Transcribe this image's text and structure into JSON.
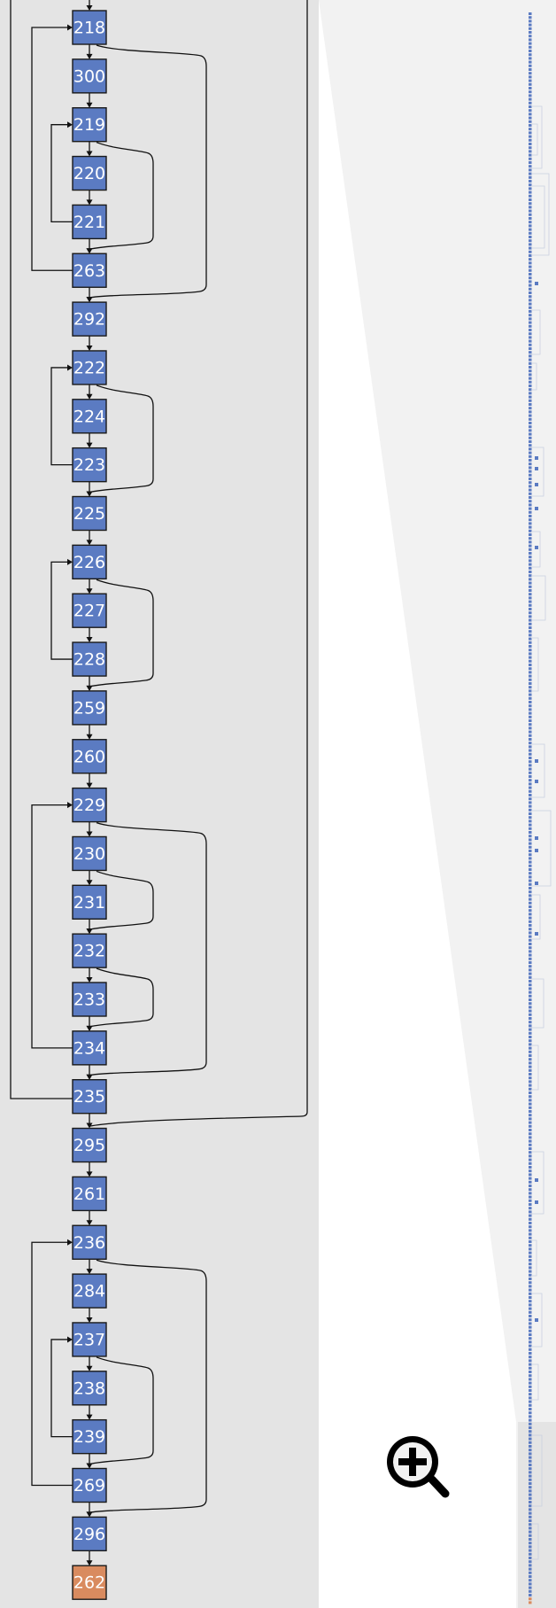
{
  "colors": {
    "panel_bg": "#e4e4e4",
    "node_fill": "#5b7bc2",
    "exit_node_fill": "#d98b5f",
    "node_stroke": "#1a1a1a",
    "edge": "#111111",
    "minimap_strip": "#5b7bc2"
  },
  "graph": {
    "nodes": [
      {
        "id": "218",
        "label": "218",
        "type": "normal"
      },
      {
        "id": "300",
        "label": "300",
        "type": "normal"
      },
      {
        "id": "219",
        "label": "219",
        "type": "normal"
      },
      {
        "id": "220",
        "label": "220",
        "type": "normal"
      },
      {
        "id": "221",
        "label": "221",
        "type": "normal"
      },
      {
        "id": "263",
        "label": "263",
        "type": "normal"
      },
      {
        "id": "292",
        "label": "292",
        "type": "normal"
      },
      {
        "id": "222",
        "label": "222",
        "type": "normal"
      },
      {
        "id": "224",
        "label": "224",
        "type": "normal"
      },
      {
        "id": "223",
        "label": "223",
        "type": "normal"
      },
      {
        "id": "225",
        "label": "225",
        "type": "normal"
      },
      {
        "id": "226",
        "label": "226",
        "type": "normal"
      },
      {
        "id": "227",
        "label": "227",
        "type": "normal"
      },
      {
        "id": "228",
        "label": "228",
        "type": "normal"
      },
      {
        "id": "259",
        "label": "259",
        "type": "normal"
      },
      {
        "id": "260",
        "label": "260",
        "type": "normal"
      },
      {
        "id": "229",
        "label": "229",
        "type": "normal"
      },
      {
        "id": "230",
        "label": "230",
        "type": "normal"
      },
      {
        "id": "231",
        "label": "231",
        "type": "normal"
      },
      {
        "id": "232",
        "label": "232",
        "type": "normal"
      },
      {
        "id": "233",
        "label": "233",
        "type": "normal"
      },
      {
        "id": "234",
        "label": "234",
        "type": "normal"
      },
      {
        "id": "235",
        "label": "235",
        "type": "normal"
      },
      {
        "id": "295",
        "label": "295",
        "type": "normal"
      },
      {
        "id": "261",
        "label": "261",
        "type": "normal"
      },
      {
        "id": "236",
        "label": "236",
        "type": "normal"
      },
      {
        "id": "284",
        "label": "284",
        "type": "normal"
      },
      {
        "id": "237",
        "label": "237",
        "type": "normal"
      },
      {
        "id": "238",
        "label": "238",
        "type": "normal"
      },
      {
        "id": "239",
        "label": "239",
        "type": "normal"
      },
      {
        "id": "269",
        "label": "269",
        "type": "normal"
      },
      {
        "id": "296",
        "label": "296",
        "type": "normal"
      },
      {
        "id": "262",
        "label": "262",
        "type": "exit"
      }
    ],
    "back_edges": [
      {
        "from": "263",
        "to": "218"
      },
      {
        "from": "221",
        "to": "219"
      },
      {
        "from": "223",
        "to": "222"
      },
      {
        "from": "228",
        "to": "226"
      },
      {
        "from": "234",
        "to": "229"
      },
      {
        "from": "269",
        "to": "236"
      },
      {
        "from": "239",
        "to": "237"
      }
    ],
    "skip_edges": [
      {
        "from": "218",
        "to": "292"
      },
      {
        "from": "219",
        "to": "263"
      },
      {
        "from": "222",
        "to": "225"
      },
      {
        "from": "226",
        "to": "259"
      },
      {
        "from": "229",
        "to": "235"
      },
      {
        "from": "230",
        "to": "232"
      },
      {
        "from": "232",
        "to": "234"
      },
      {
        "from": "236",
        "to": "296"
      },
      {
        "from": "237",
        "to": "269"
      }
    ]
  },
  "controls": {
    "zoom_in_icon": "zoom-in-magnifier"
  }
}
